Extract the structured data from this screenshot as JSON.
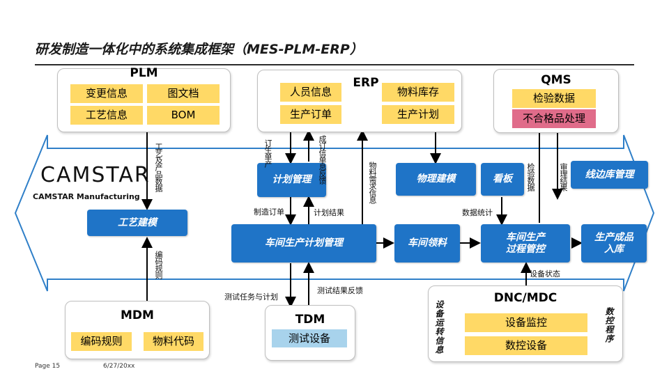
{
  "title": "研发制造一体化中的系统集成框架（MES-PLM-ERP）",
  "plm": {
    "name": "PLM",
    "items": [
      "变更信息",
      "图文档",
      "工艺信息",
      "BOM"
    ]
  },
  "erp": {
    "name": "ERP",
    "items": [
      "人员信息",
      "物料库存",
      "生产订单",
      "生产计划"
    ]
  },
  "qms": {
    "name": "QMS",
    "items": [
      "检验数据",
      "不合格品处理"
    ]
  },
  "mdm": {
    "name": "MDM",
    "items": [
      "编码规则",
      "物料代码"
    ]
  },
  "tdm": {
    "name": "TDM",
    "items": [
      "测试设备"
    ]
  },
  "dnc": {
    "name": "DNC/MDC",
    "items": [
      "设备监控",
      "数控设备"
    ],
    "left_label": "设备运转信息",
    "right_label": "数控程序"
  },
  "camstar": {
    "logo": "CAMSTAR",
    "subtitle": "CAMSTAR Manufacturing"
  },
  "modules": {
    "process_modeling": "工艺建模",
    "plan_management": "计划管理",
    "physical_modeling": "物理建模",
    "kanban": "看板",
    "line_side": "线边库管理",
    "workshop_plan": "车间生产计划管理",
    "workshop_material": "车间领料",
    "workshop_process": "车间生产过程管控",
    "product_storage": "生产成品入库"
  },
  "labels": {
    "process_product_data": "工艺及产品数据",
    "order_production": "订生单产",
    "order_info_feedback": "成订信单息反馈",
    "material_demand": "物料需求信息",
    "inspection_data": "检验数据",
    "review_result": "审理结果",
    "manufacturing_order": "制造订单",
    "plan_result": "计划结果",
    "data_statistics": "数据统计",
    "coding_rules": "编码规则",
    "test_task_plan": "测试任务与计划",
    "test_result_feedback": "测试结果反馈",
    "device_status": "设备状态"
  },
  "footer": {
    "page": "Page 15",
    "date": "6/27/20xx"
  }
}
